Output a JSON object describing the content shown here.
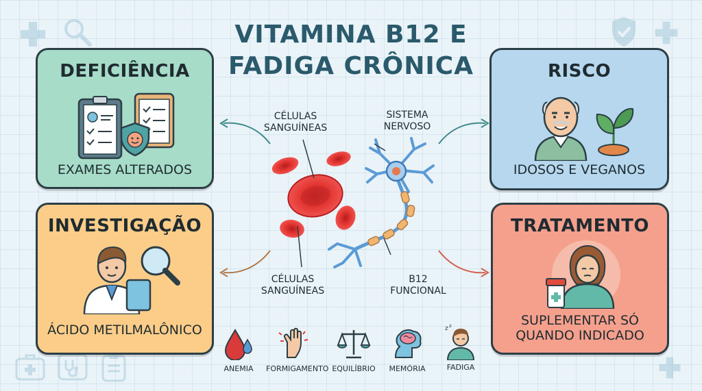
{
  "title_line1": "VITAMINA B12 E",
  "title_line2": "FADIGA CRÔNICA",
  "cards": {
    "deficiencia": {
      "title": "DEFICIÊNCIA",
      "text": "EXAMES ALTERADOS",
      "color": "#a7dcc8"
    },
    "risco": {
      "title": "RISCO",
      "text": "IDOSOS E VEGANOS",
      "color": "#b6d7ee"
    },
    "investigacao": {
      "title": "INVESTIGAÇÃO",
      "text": "ÁCIDO METILMALÔNICO",
      "color": "#fbcd89"
    },
    "tratamento": {
      "title": "TRATAMENTO",
      "text_line1": "SUPLEMENTAR SÓ",
      "text_line2": "QUANDO INDICADO",
      "color": "#f5a08d"
    }
  },
  "center_labels": {
    "cells_top_1": "CÉLULAS",
    "cells_top_2": "SANGUÍNEAS",
    "nerve_1": "SISTEMA",
    "nerve_2": "NERVOSO",
    "cells_bottom_1": "CÉLULAS",
    "cells_bottom_2": "SANGUÍNEAS",
    "b12_1": "B12",
    "b12_2": "FUNCIONAL"
  },
  "symptoms": [
    {
      "label": "ANEMIA",
      "icon": "blood-drop-icon"
    },
    {
      "label": "FORMIGAMENTO",
      "icon": "tingling-hand-icon"
    },
    {
      "label": "EQUILÍBRIO",
      "icon": "balance-scale-icon"
    },
    {
      "label": "MEMÓRIA",
      "icon": "brain-icon"
    },
    {
      "label": "FADIGA",
      "icon": "tired-person-icon"
    }
  ],
  "colors": {
    "title": "#2a5a6b",
    "blood": "#e53935",
    "nerve": "#5b9bd5",
    "arrow_teal": "#3d8a8a",
    "arrow_brown": "#b07a4a",
    "arrow_red": "#d0604a"
  }
}
